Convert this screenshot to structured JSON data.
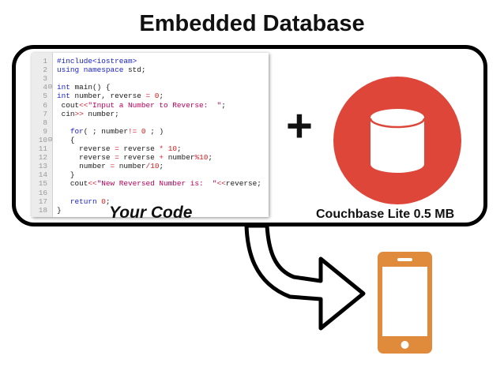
{
  "title": "Embedded Database",
  "code_panel": {
    "caption": "Your Code",
    "lines": [
      {
        "n": "1",
        "fold": "",
        "tokens": [
          {
            "t": "#include<iostream>",
            "c": "kw"
          }
        ]
      },
      {
        "n": "2",
        "fold": "",
        "tokens": [
          {
            "t": "using namespace ",
            "c": "kw"
          },
          {
            "t": "std;",
            "c": ""
          }
        ]
      },
      {
        "n": "3",
        "fold": "",
        "tokens": []
      },
      {
        "n": "4",
        "fold": "⊟",
        "tokens": [
          {
            "t": "int ",
            "c": "kw"
          },
          {
            "t": "main() {",
            "c": ""
          }
        ]
      },
      {
        "n": "5",
        "fold": "",
        "tokens": [
          {
            "t": "int ",
            "c": "kw"
          },
          {
            "t": "number, reverse ",
            "c": ""
          },
          {
            "t": "= ",
            "c": "op"
          },
          {
            "t": "0",
            "c": "num"
          },
          {
            "t": ";",
            "c": ""
          }
        ]
      },
      {
        "n": "6",
        "fold": "",
        "tokens": [
          {
            "t": " cout",
            "c": ""
          },
          {
            "t": "<<",
            "c": "op"
          },
          {
            "t": "\"Input a Number to Reverse:  \"",
            "c": "str"
          },
          {
            "t": ";",
            "c": ""
          }
        ]
      },
      {
        "n": "7",
        "fold": "",
        "tokens": [
          {
            "t": " cin",
            "c": ""
          },
          {
            "t": ">> ",
            "c": "op"
          },
          {
            "t": "number;",
            "c": ""
          }
        ]
      },
      {
        "n": "8",
        "fold": "",
        "tokens": []
      },
      {
        "n": "9",
        "fold": "",
        "tokens": [
          {
            "t": "   for",
            "c": "kw"
          },
          {
            "t": "( ; number",
            "c": ""
          },
          {
            "t": "!= ",
            "c": "op"
          },
          {
            "t": "0",
            "c": "num"
          },
          {
            "t": " ; )",
            "c": ""
          }
        ]
      },
      {
        "n": "10",
        "fold": "⊟",
        "tokens": [
          {
            "t": "   {",
            "c": ""
          }
        ]
      },
      {
        "n": "11",
        "fold": "",
        "tokens": [
          {
            "t": "     reverse ",
            "c": ""
          },
          {
            "t": "= ",
            "c": "op"
          },
          {
            "t": "reverse ",
            "c": ""
          },
          {
            "t": "* ",
            "c": "op"
          },
          {
            "t": "10",
            "c": "num"
          },
          {
            "t": ";",
            "c": ""
          }
        ]
      },
      {
        "n": "12",
        "fold": "",
        "tokens": [
          {
            "t": "     reverse ",
            "c": ""
          },
          {
            "t": "= ",
            "c": "op"
          },
          {
            "t": "reverse ",
            "c": ""
          },
          {
            "t": "+ ",
            "c": "op"
          },
          {
            "t": "number",
            "c": ""
          },
          {
            "t": "%",
            "c": "op"
          },
          {
            "t": "10",
            "c": "num"
          },
          {
            "t": ";",
            "c": ""
          }
        ]
      },
      {
        "n": "13",
        "fold": "",
        "tokens": [
          {
            "t": "     number ",
            "c": ""
          },
          {
            "t": "= ",
            "c": "op"
          },
          {
            "t": "number",
            "c": ""
          },
          {
            "t": "/",
            "c": "op"
          },
          {
            "t": "10",
            "c": "num"
          },
          {
            "t": ";",
            "c": ""
          }
        ]
      },
      {
        "n": "14",
        "fold": "",
        "tokens": [
          {
            "t": "   }",
            "c": ""
          }
        ]
      },
      {
        "n": "15",
        "fold": "",
        "tokens": [
          {
            "t": "   cout",
            "c": ""
          },
          {
            "t": "<<",
            "c": "op"
          },
          {
            "t": "\"New Reversed Number is:  \"",
            "c": "str"
          },
          {
            "t": "<<",
            "c": "op"
          },
          {
            "t": "reverse;",
            "c": ""
          }
        ]
      },
      {
        "n": "16",
        "fold": "",
        "tokens": []
      },
      {
        "n": "17",
        "fold": "",
        "tokens": [
          {
            "t": "   return ",
            "c": "kw"
          },
          {
            "t": "0",
            "c": "num"
          },
          {
            "t": ";",
            "c": ""
          }
        ]
      },
      {
        "n": "18",
        "fold": "",
        "tokens": [
          {
            "t": "}",
            "c": ""
          }
        ]
      }
    ]
  },
  "plus_sign": "+",
  "database": {
    "label": "Couchbase Lite 0.5 MB",
    "icon": "database-cylinder-icon",
    "circle_color": "#dd4638",
    "icon_color": "#ffffff"
  },
  "device": {
    "icon": "smartphone-icon",
    "color": "#e08a3c"
  }
}
